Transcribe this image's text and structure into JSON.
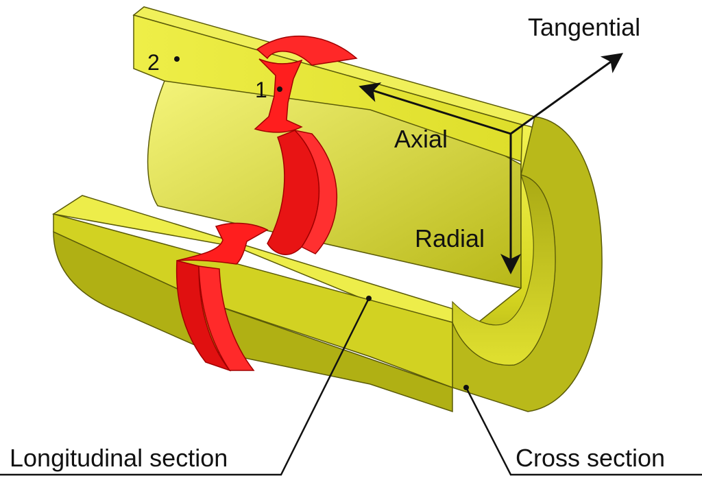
{
  "labels": {
    "tangential": "Tangential",
    "axial": "Axial",
    "radial": "Radial",
    "point_1": "1",
    "point_2": "2",
    "longitudinal_section": "Longitudinal section",
    "cross_section": "Cross section"
  },
  "colors": {
    "pipe_light": "#ecec3a",
    "pipe_mid": "#d4d41e",
    "pipe_dark": "#8a8a10",
    "weld": "#ff2020",
    "weld_dark": "#c00000",
    "ink": "#111111"
  }
}
